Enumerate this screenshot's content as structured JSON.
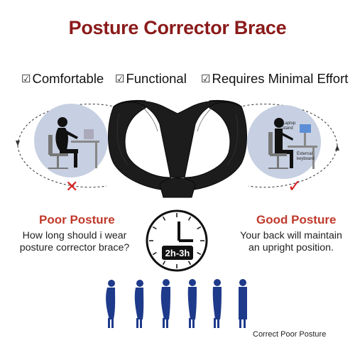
{
  "title": "Posture Corrector Brace",
  "features": [
    {
      "icon": "check-box-icon",
      "label": "Comfortable"
    },
    {
      "icon": "check-box-icon",
      "label": "Functional"
    },
    {
      "icon": "check-box-icon",
      "label": "Requires Minimal Effort"
    }
  ],
  "poor": {
    "label": "Poor Posture",
    "question_line1": "How long should i wear",
    "question_line2": "posture corrector brace?"
  },
  "good": {
    "label": "Good Posture",
    "desc_line1": "Your back will maintain",
    "desc_line2": "an upright position.",
    "laptop_label_1": "Laptop",
    "laptop_label_2": "stand",
    "keyboard_label_1": "External",
    "keyboard_label_2": "keyboard"
  },
  "clock": {
    "duration": "2h-3h"
  },
  "caption": "Correct Poor Posture",
  "colors": {
    "title": "#8b1a1a",
    "label": "#c0392b",
    "figure": "#1e3a8a",
    "cross": "#d62020",
    "check": "#d62020"
  }
}
